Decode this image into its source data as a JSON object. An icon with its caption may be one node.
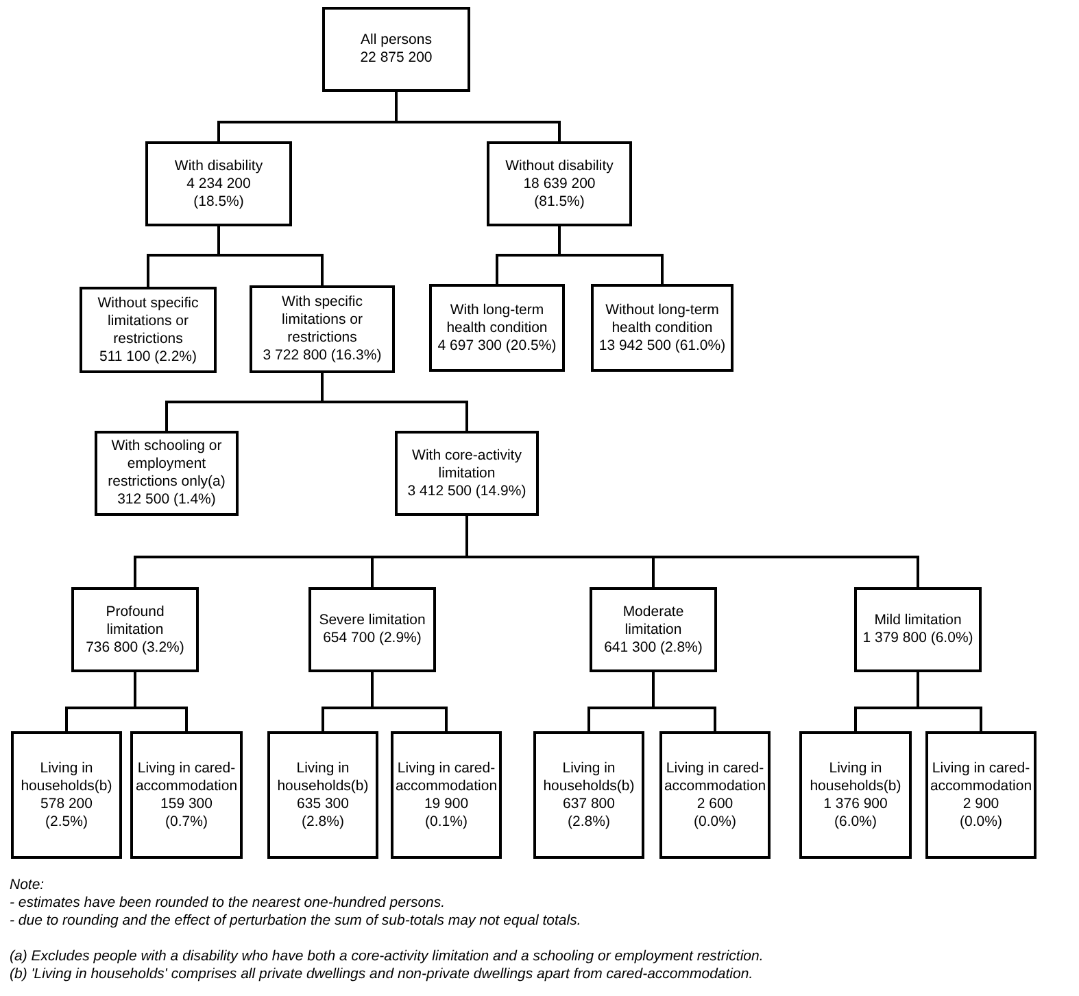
{
  "diagram": {
    "nodes": [
      {
        "text": [
          "All persons",
          "22 875 200"
        ]
      },
      {
        "text": [
          "With disability",
          "4 234 200",
          "(18.5%)"
        ]
      },
      {
        "text": [
          "Without disability",
          "18 639 200",
          "(81.5%)"
        ]
      },
      {
        "text": [
          "Without specific limitations or restrictions",
          "511 100 (2.2%)"
        ]
      },
      {
        "text": [
          "With specific limitations or restrictions",
          "3 722 800 (16.3%)"
        ]
      },
      {
        "text": [
          "With long-term health condition",
          "4 697 300 (20.5%)"
        ]
      },
      {
        "text": [
          "Without long-term health condition",
          "13 942 500 (61.0%)"
        ]
      },
      {
        "text": [
          "With schooling or employment restrictions only(a)",
          "312 500 (1.4%)"
        ]
      },
      {
        "text": [
          "With core-activity limitation",
          "3 412 500 (14.9%)"
        ]
      },
      {
        "text": [
          "Profound limitation",
          "736 800 (3.2%)"
        ]
      },
      {
        "text": [
          "Severe limitation",
          "654 700 (2.9%)"
        ]
      },
      {
        "text": [
          "Moderate limitation",
          "641 300 (2.8%)"
        ]
      },
      {
        "text": [
          "Mild limitation",
          "1 379 800 (6.0%)"
        ]
      },
      {
        "text": [
          "Living in households(b)",
          "578 200",
          "(2.5%)"
        ]
      },
      {
        "text": [
          "Living in cared-accommodation",
          "159 300",
          "(0.7%)"
        ]
      },
      {
        "text": [
          "Living in households(b)",
          "635 300",
          "(2.8%)"
        ]
      },
      {
        "text": [
          "Living in cared-accommodation",
          "19 900",
          "(0.1%)"
        ]
      },
      {
        "text": [
          "Living in households(b)",
          "637 800",
          "(2.8%)"
        ]
      },
      {
        "text": [
          "Living in cared-accommodation",
          "2 600",
          "(0.0%)"
        ]
      },
      {
        "text": [
          "Living in households(b)",
          "1 376 900",
          "(6.0%)"
        ]
      },
      {
        "text": [
          "Living in cared-accommodation",
          "2 900",
          "(0.0%)"
        ]
      }
    ],
    "edges": [
      {
        "from": 0,
        "to": 1,
        "arrow": "none"
      },
      {
        "from": 0,
        "to": 2,
        "arrow": "none"
      },
      {
        "from": 1,
        "to": 3,
        "arrow": "none"
      },
      {
        "from": 1,
        "to": 4,
        "arrow": "none"
      },
      {
        "from": 2,
        "to": 5,
        "arrow": "none"
      },
      {
        "from": 2,
        "to": 6,
        "arrow": "none"
      },
      {
        "from": 4,
        "to": 7,
        "arrow": "none"
      },
      {
        "from": 4,
        "to": 8,
        "arrow": "none"
      },
      {
        "from": 8,
        "to": 9,
        "arrow": "none"
      },
      {
        "from": 8,
        "to": 10,
        "arrow": "none"
      },
      {
        "from": 8,
        "to": 11,
        "arrow": "none"
      },
      {
        "from": 8,
        "to": 12,
        "arrow": "none"
      },
      {
        "from": 9,
        "to": 13,
        "arrow": "none"
      },
      {
        "from": 9,
        "to": 14,
        "arrow": "none"
      },
      {
        "from": 10,
        "to": 15,
        "arrow": "none"
      },
      {
        "from": 10,
        "to": 16,
        "arrow": "none"
      },
      {
        "from": 11,
        "to": 17,
        "arrow": "none"
      },
      {
        "from": 11,
        "to": 18,
        "arrow": "none"
      },
      {
        "from": 12,
        "to": 19,
        "arrow": "none"
      },
      {
        "from": 12,
        "to": 20,
        "arrow": "none"
      }
    ],
    "labels": [
      "Note:",
      "- estimates have been rounded to the nearest one-hundred persons.",
      "- due to rounding and the effect of perturbation the sum of sub-totals may not equal totals.",
      "(a) Excludes people with a disability who have both a core-activity limitation and a schooling or employment restriction.",
      "(b) 'Living in households' comprises all private dwellings and non-private dwellings apart from cared-accommodation."
    ]
  }
}
